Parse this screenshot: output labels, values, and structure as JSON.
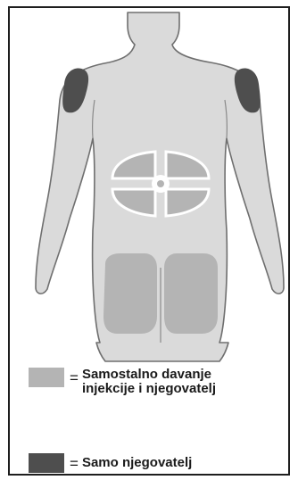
{
  "colors": {
    "body_fill": "#dadada",
    "body_outline": "#6f6f6f",
    "light_zone": "#b4b4b4",
    "dark_zone": "#4e4e4e",
    "frame": "#1e1e1e"
  },
  "figure": {
    "zones": [
      {
        "name": "abdomen",
        "type": "self-injection-and-caregiver"
      },
      {
        "name": "left-thigh",
        "type": "self-injection-and-caregiver"
      },
      {
        "name": "right-thigh",
        "type": "self-injection-and-caregiver"
      },
      {
        "name": "left-upper-arm",
        "type": "caregiver-only"
      },
      {
        "name": "right-upper-arm",
        "type": "caregiver-only"
      }
    ]
  },
  "legend": {
    "light": {
      "symbol": "=",
      "line1": "Samostalno davanje",
      "line2": "injekcije i njegovatelj",
      "color": "#b4b4b4"
    },
    "dark": {
      "symbol": "=",
      "label": "Samo njegovatelj",
      "color": "#4e4e4e"
    }
  }
}
